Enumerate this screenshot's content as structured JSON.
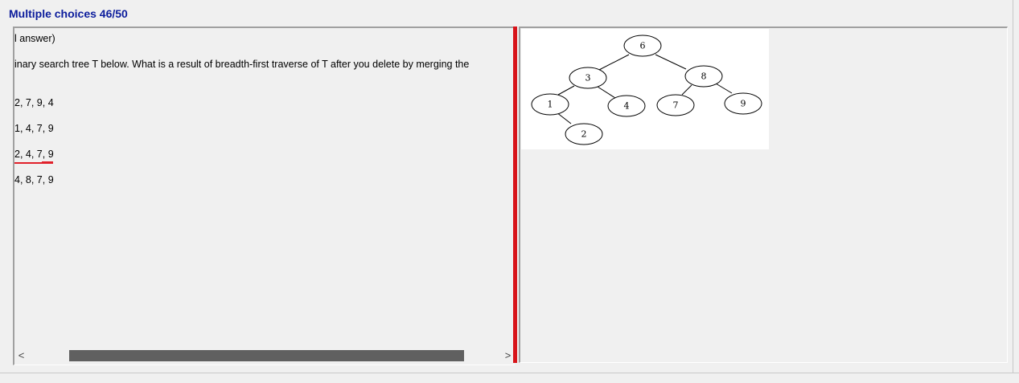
{
  "header": {
    "title": "Multiple choices 46/50"
  },
  "question": {
    "line1": "l answer)",
    "line2": "inary search tree  T  below. What is a result of  breadth-first traverse of  T   after you delete by merging the",
    "options": [
      {
        "text": "2, 7, 9, 4"
      },
      {
        "text": "1, 4, 7, 9"
      },
      {
        "text": "2, 4, 7, 9"
      },
      {
        "text": "4, 8, 7, 9"
      }
    ]
  },
  "scrollbar": {
    "left_arrow": "<",
    "right_arrow": ">"
  },
  "tree_image": {
    "nodes": {
      "n6": "6",
      "n3": "3",
      "n8": "8",
      "n1": "1",
      "n4": "4",
      "n7": "7",
      "n9": "9",
      "n2": "2"
    }
  }
}
